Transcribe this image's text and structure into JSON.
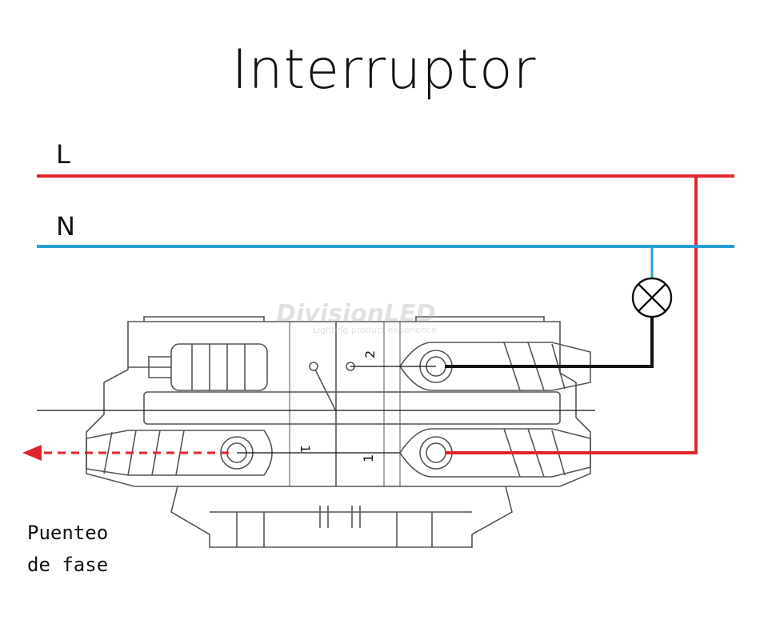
{
  "title": "Interruptor",
  "lines": {
    "live_label": "L",
    "neutral_label": "N"
  },
  "terminals": {
    "top_right": "2",
    "bottom_right": "1",
    "bottom_left": "1"
  },
  "note": {
    "line1": "Puenteo",
    "line2": "de fase"
  },
  "watermark": {
    "brand": "DivisionLED",
    "tagline": "Lighting product experience"
  },
  "colors": {
    "live": "#e0242e",
    "neutral": "#2a9fd6",
    "wire": "#111111",
    "device_outline": "#555555"
  },
  "icons": {
    "lamp": "lamp-icon",
    "arrow": "arrow-left-dashed-icon"
  }
}
